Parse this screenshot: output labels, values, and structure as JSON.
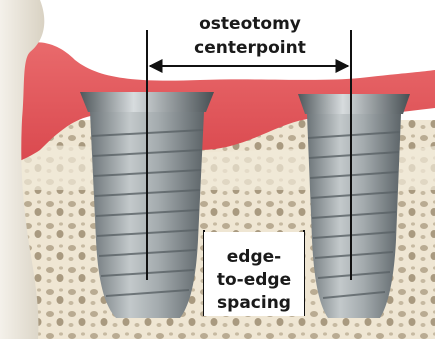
{
  "labels": {
    "centerpoint_line1": "osteotomy",
    "centerpoint_line2": "centerpoint",
    "spacing_line1": "edge-",
    "spacing_line2": "to-edge",
    "spacing_line3": "spacing"
  },
  "colors": {
    "gum": "#e05b5f",
    "bone": "#ece3cf",
    "implant": "#9aa3a6",
    "measure_line": "#111111"
  }
}
